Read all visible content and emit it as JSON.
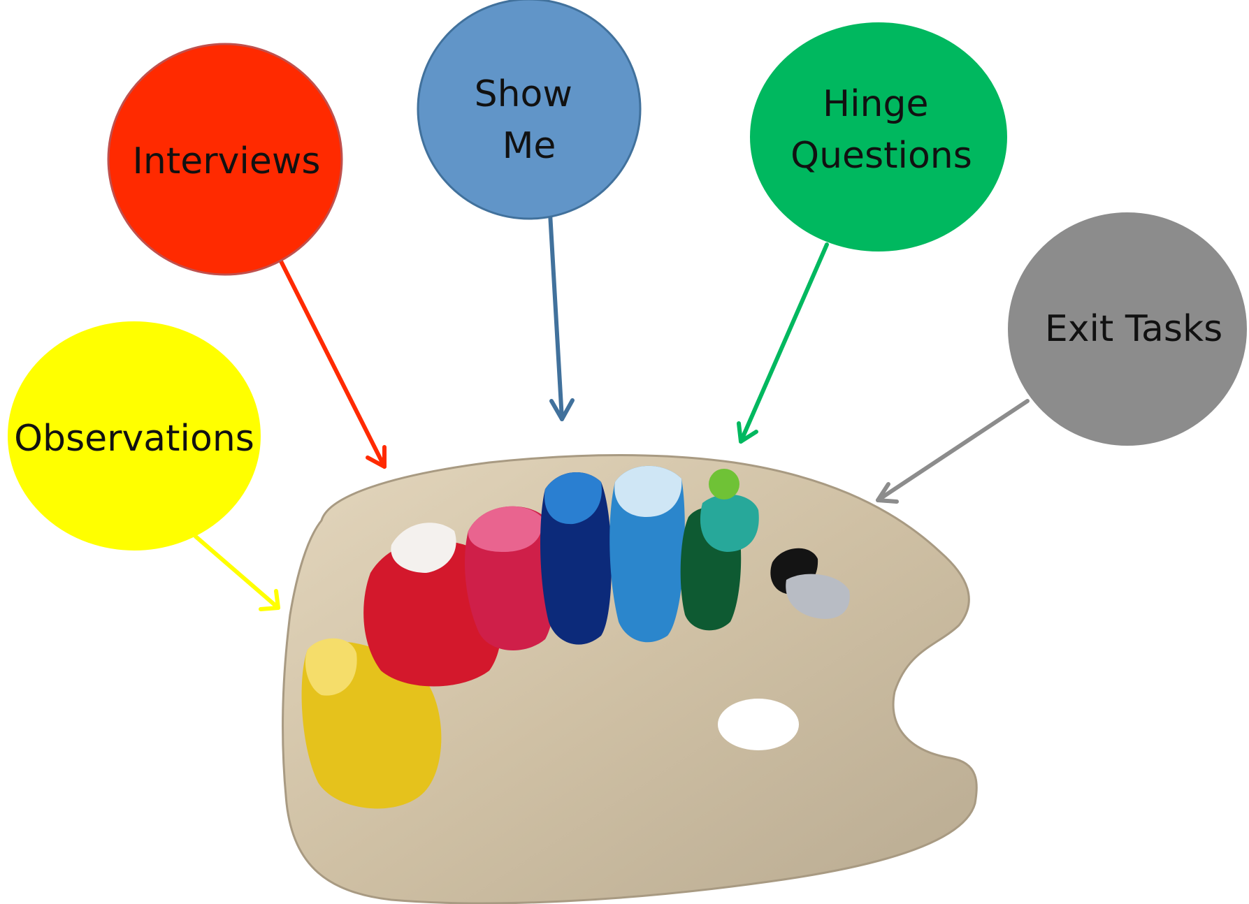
{
  "colors": {
    "observations": "#ffff00",
    "interviews": "#ff2a00",
    "show_me": "#6195c8",
    "hinge_questions": "#00b85f",
    "exit_tasks": "#8c8c8c",
    "palette_wood": "#d6c8ae"
  },
  "bubbles": {
    "observations": {
      "lines": [
        "Observations"
      ]
    },
    "interviews": {
      "lines": [
        "Interviews"
      ]
    },
    "show_me": {
      "lines": [
        "Show",
        "Me"
      ]
    },
    "hinge_questions": {
      "lines": [
        "Hinge",
        "Questions"
      ]
    },
    "exit_tasks": {
      "lines": [
        "Exit Tasks"
      ]
    }
  }
}
